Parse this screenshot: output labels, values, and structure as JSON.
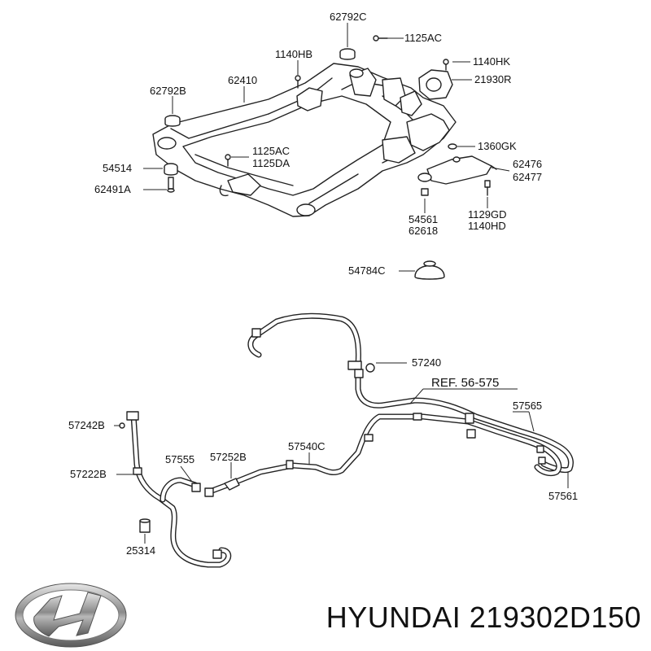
{
  "callouts": {
    "c62792C": "62792C",
    "c1125AC_top": "1125AC",
    "c1140HB": "1140HB",
    "c1140HK": "1140HK",
    "c62792B": "62792B",
    "c62410": "62410",
    "c21930R": "21930R",
    "c1360GK": "1360GK",
    "c1125AC_mid": "1125AC",
    "c1125DA": "1125DA",
    "c54514": "54514",
    "c62476": "62476",
    "c62477": "62477",
    "c62491A": "62491A",
    "c54561": "54561",
    "c62618": "62618",
    "c1129GD": "1129GD",
    "c1140HD": "1140HD",
    "c54784C": "54784C",
    "c57240": "57240",
    "cREF": "REF. 56-575",
    "c57565": "57565",
    "c57242B": "57242B",
    "c57555": "57555",
    "c57252B": "57252B",
    "c57540C": "57540C",
    "c57222B": "57222B",
    "c57561": "57561",
    "c25314": "25314"
  },
  "brand": {
    "logo_name": "hyundai-logo",
    "caption": "HYUNDAI 219302D150"
  }
}
